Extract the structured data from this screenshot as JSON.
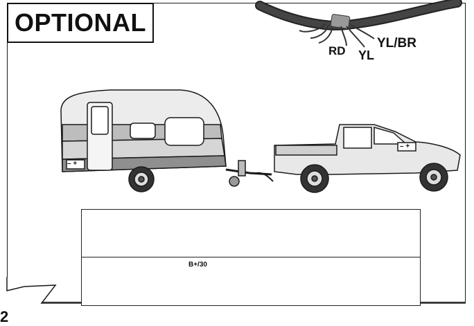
{
  "title": "OPTIONAL",
  "wire_labels": {
    "rd": "RD",
    "yl": "YL",
    "ylbr": "YL/BR"
  },
  "battery_label": "B+/30",
  "battery_sign_trailer": "– +",
  "battery_sign_truck": "– +",
  "page_number": "2",
  "colors": {
    "line": "#1a1a1a",
    "body_light": "#e6e6e6",
    "body_mid": "#bdbdbd",
    "body_dark": "#8a8a8a"
  }
}
